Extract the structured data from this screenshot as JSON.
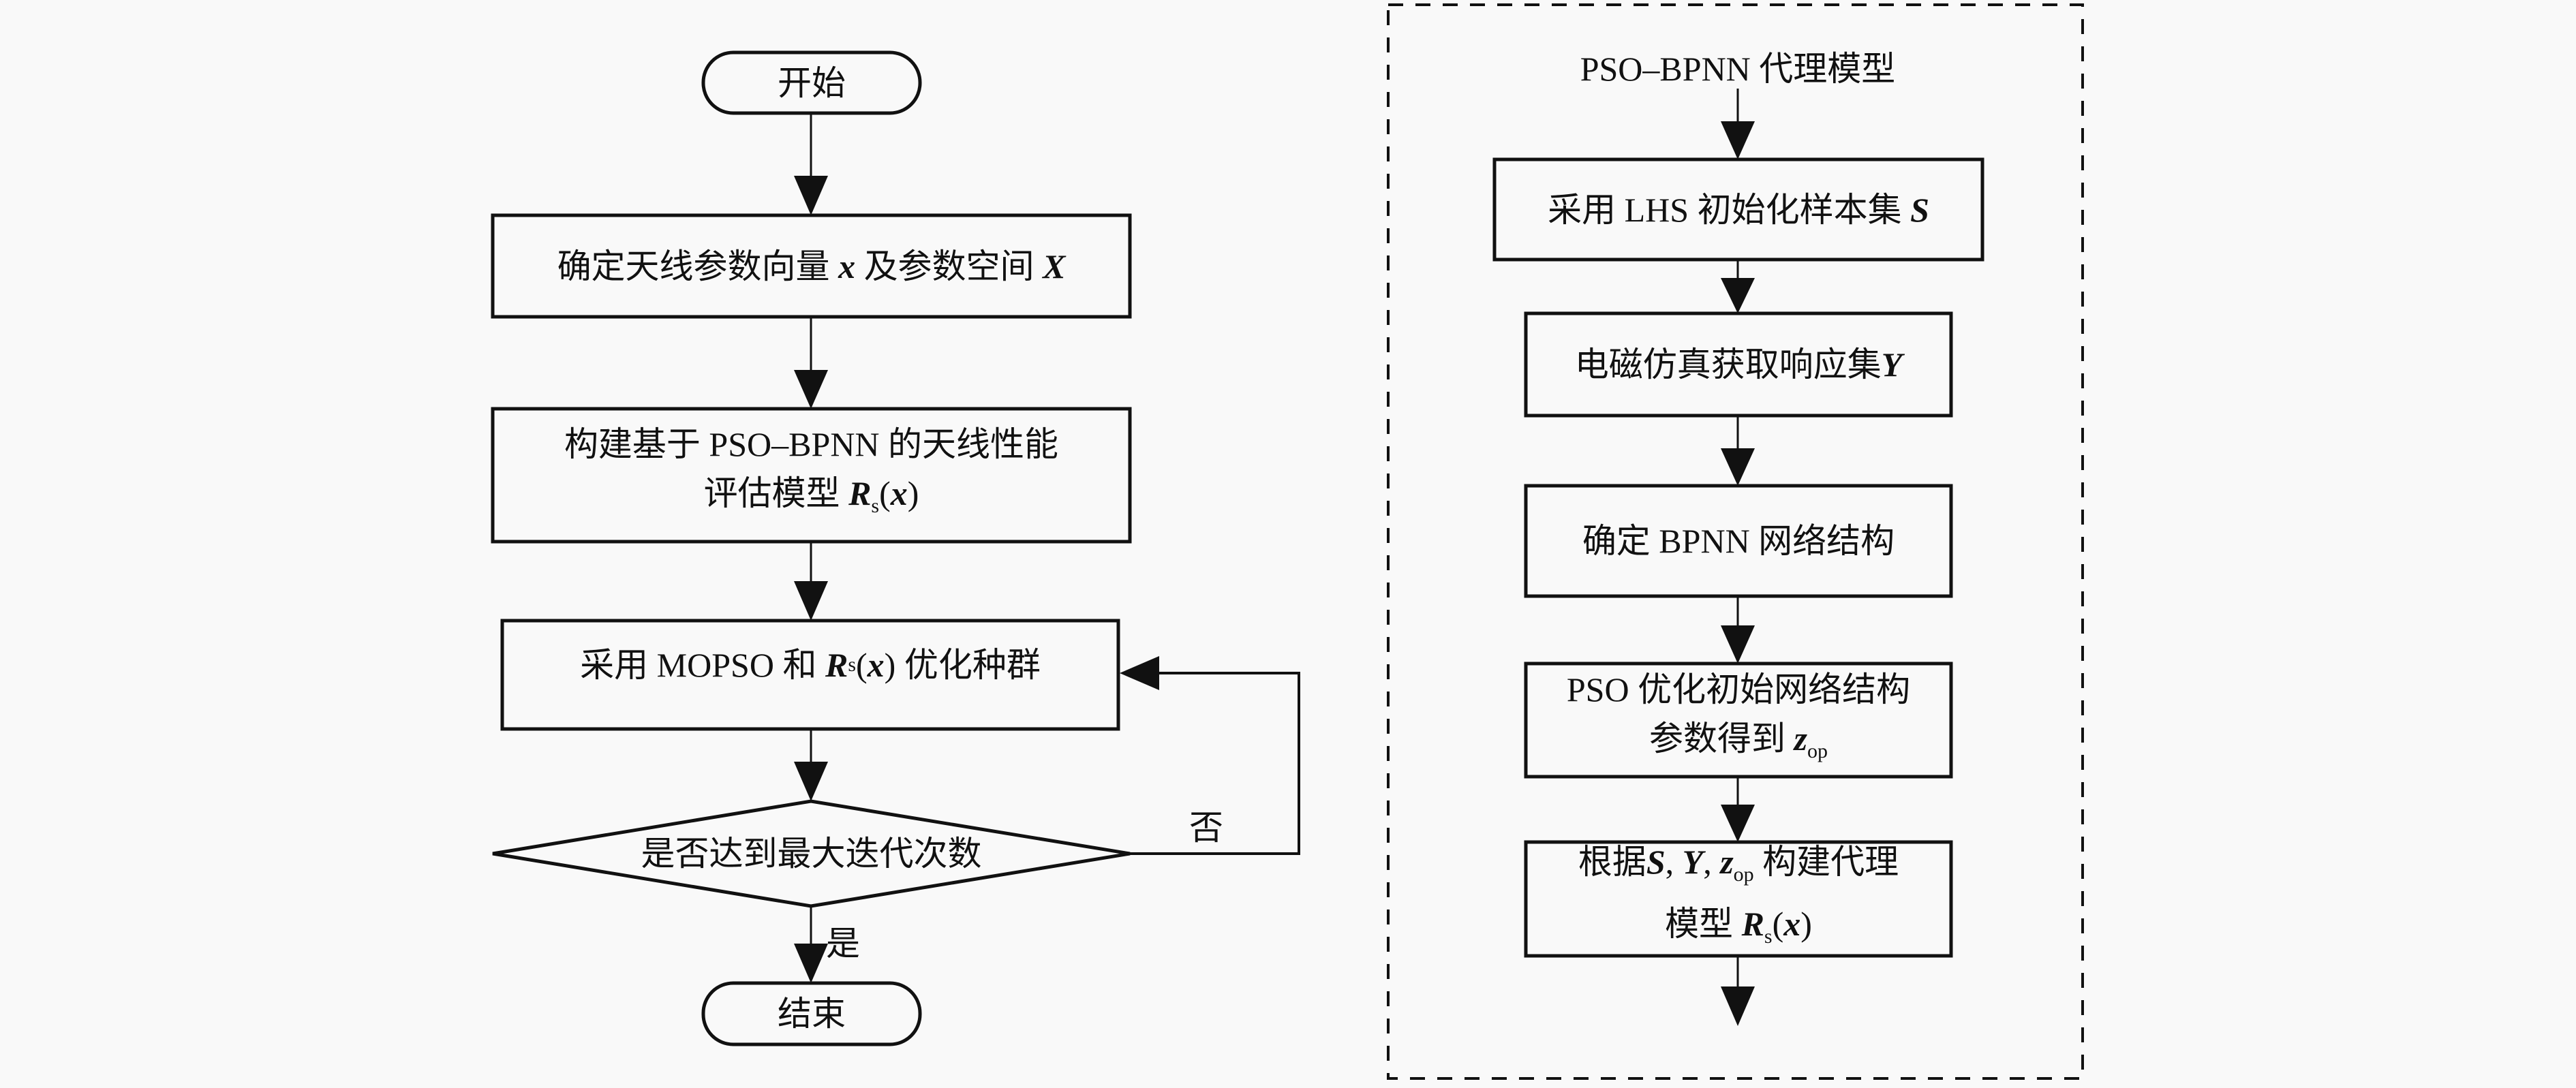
{
  "left_flow": {
    "start": "开始",
    "step1": {
      "text": "确定天线参数向量",
      "var": "x",
      "text2": "及参数空间",
      "var2": "X"
    },
    "step2": {
      "line1": "构建基于 PSO–BPNN 的天线性能",
      "line2": "评估模型",
      "var": "R",
      "sub": "s",
      "arg": "x"
    },
    "step3": {
      "text": "采用 MOPSO 和",
      "var": "R",
      "sub": "s",
      "arg": "x",
      "text2": "优化种群"
    },
    "decision": "是否达到最大迭代次数",
    "no_label": "否",
    "yes_label": "是",
    "end": "结束"
  },
  "right_flow": {
    "title": "PSO–BPNN 代理模型",
    "step1": {
      "text": "采用 LHS 初始化样本集",
      "var": "S"
    },
    "step2": {
      "text": "电磁仿真获取响应集",
      "var": "Y"
    },
    "step3": {
      "text": "确定 BPNN 网络结构"
    },
    "step4": {
      "line1": "PSO 优化初始网络结构",
      "line2": "参数得到",
      "var": "z",
      "sub": "op"
    },
    "step5": {
      "line1a": "根据",
      "v1": "S",
      "v2": "Y",
      "v3": "z",
      "sub3": "op",
      "line1b": "构建代理",
      "line2": "模型",
      "var": "R",
      "sub": "s",
      "arg": "x"
    }
  }
}
